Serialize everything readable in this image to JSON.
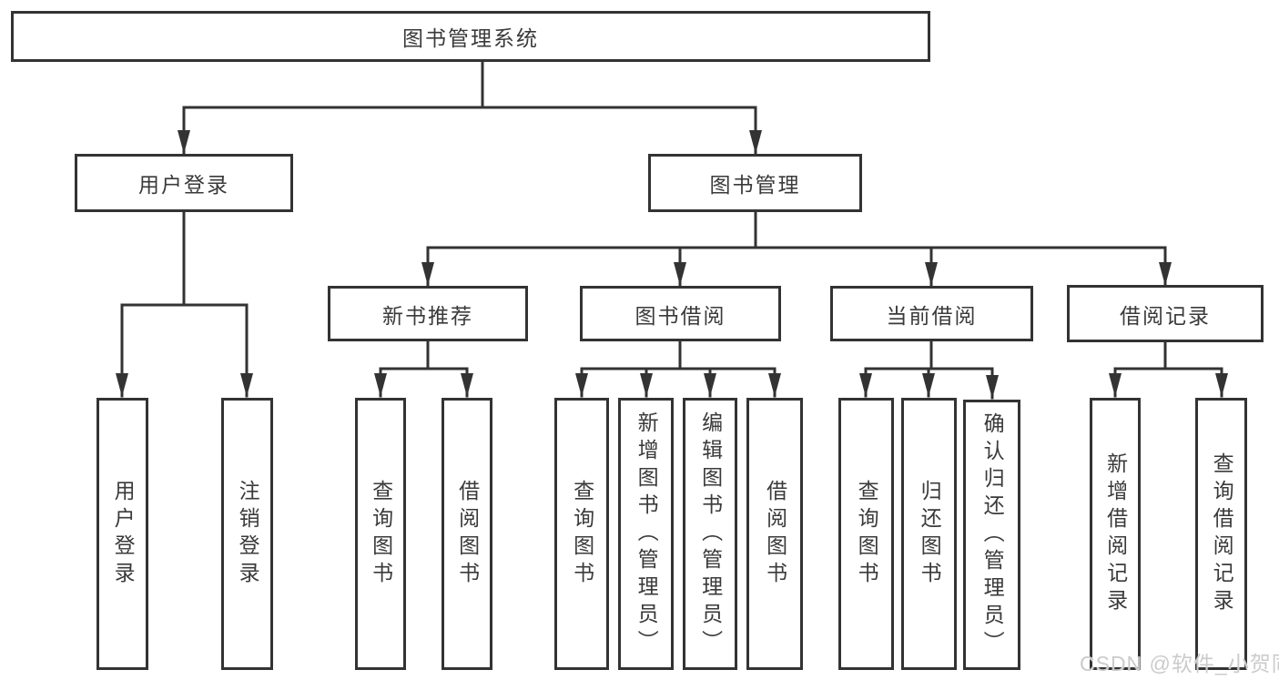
{
  "diagram": {
    "root": {
      "label": "图书管理系统"
    },
    "branches": [
      {
        "label": "用户登录",
        "children": [
          {
            "label": "用户登录"
          },
          {
            "label": "注销登录"
          }
        ]
      },
      {
        "label": "图书管理",
        "sections": [
          {
            "label": "新书推荐",
            "children": [
              {
                "label": "查询图书"
              },
              {
                "label": "借阅图书"
              }
            ]
          },
          {
            "label": "图书借阅",
            "children": [
              {
                "label": "查询图书"
              },
              {
                "label": "新增图书（管理员）"
              },
              {
                "label": "编辑图书（管理员）"
              },
              {
                "label": "借阅图书"
              }
            ]
          },
          {
            "label": "当前借阅",
            "children": [
              {
                "label": "查询图书"
              },
              {
                "label": "归还图书"
              },
              {
                "label": "确认归还（管理员）"
              }
            ]
          },
          {
            "label": "借阅记录",
            "children": [
              {
                "label": "新增借阅记录"
              },
              {
                "label": "查询借阅记录"
              }
            ]
          }
        ]
      }
    ]
  },
  "watermark": {
    "text": "CSDN @软件_小贺同学"
  },
  "colors": {
    "line": "#333333",
    "box_border": "#333333",
    "text": "#3a3a3a",
    "watermark": "#cbcbcb",
    "background": "#ffffff"
  }
}
